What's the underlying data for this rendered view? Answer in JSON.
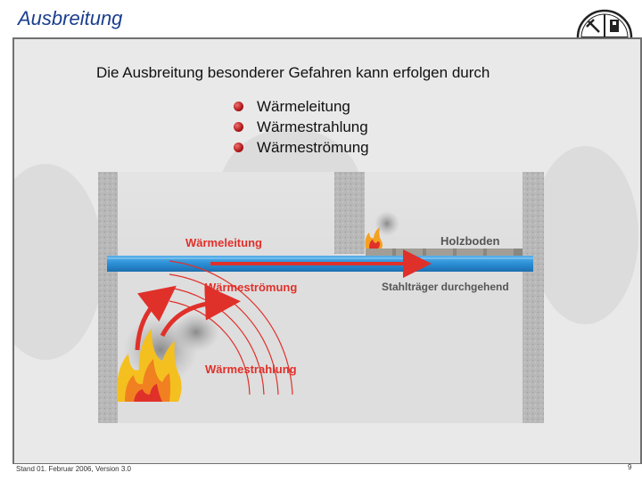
{
  "slide": {
    "title": "Ausbreitung",
    "heading": "Die Ausbreitung besonderer Gefahren kann erfolgen durch",
    "bullets": [
      "Wärmeleitung",
      "Wärmestrahlung",
      "Wärmeströmung"
    ],
    "footer": "Stand 01. Februar 2006, Version 3.0",
    "page_number": "9"
  },
  "diagram": {
    "labels": {
      "conduction": "Wärmeleitung",
      "wood_floor": "Holzboden",
      "convection": "Wärmeströmung",
      "steel_beam": "Stahlträger durchgehend",
      "radiation": "Wärmestrahlung"
    }
  },
  "colors": {
    "title": "#1a3f8f",
    "label_red": "#e0302a",
    "beam_blue": "#2a8fd6",
    "arrow_red": "#e0302a"
  },
  "icons": {
    "logo": "fire-brigade-emblem-icon",
    "bullet": "red-sphere-bullet-icon"
  }
}
